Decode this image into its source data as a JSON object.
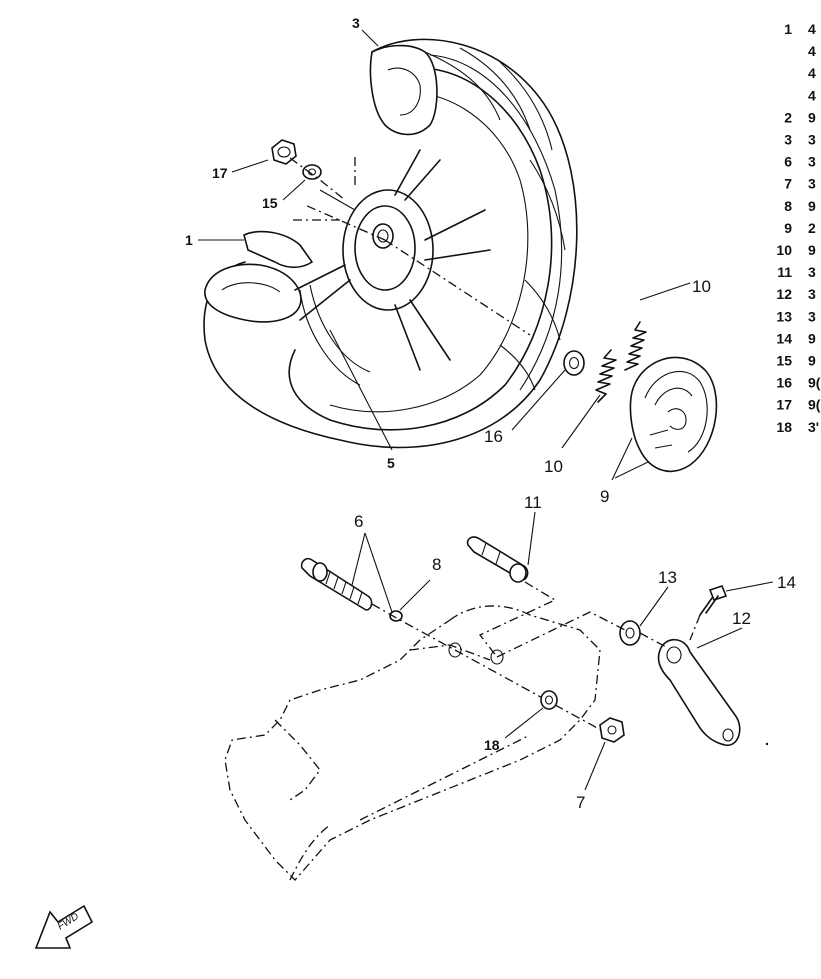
{
  "callouts": {
    "c1": "1",
    "c3": "3",
    "c5": "5",
    "c6": "6",
    "c7": "7",
    "c8": "8",
    "c9": "9",
    "c10a": "10",
    "c10b": "10",
    "c11": "11",
    "c12": "12",
    "c13": "13",
    "c14": "14",
    "c15": "15",
    "c16": "16",
    "c17": "17",
    "c18": "18"
  },
  "part_list": [
    {
      "ref": "1",
      "code": "4"
    },
    {
      "ref": "",
      "code": "4"
    },
    {
      "ref": "",
      "code": "4"
    },
    {
      "ref": "",
      "code": "4"
    },
    {
      "ref": "2",
      "code": "9"
    },
    {
      "ref": "3",
      "code": "3"
    },
    {
      "ref": "6",
      "code": "3"
    },
    {
      "ref": "7",
      "code": "3"
    },
    {
      "ref": "8",
      "code": "9"
    },
    {
      "ref": "9",
      "code": "2"
    },
    {
      "ref": "10",
      "code": "9"
    },
    {
      "ref": "11",
      "code": "3"
    },
    {
      "ref": "12",
      "code": "3"
    },
    {
      "ref": "13",
      "code": "3"
    },
    {
      "ref": "14",
      "code": "9"
    },
    {
      "ref": "15",
      "code": "9"
    },
    {
      "ref": "16",
      "code": "9("
    },
    {
      "ref": "17",
      "code": "9("
    },
    {
      "ref": "18",
      "code": "3'"
    }
  ],
  "fwd_label": "FWD"
}
